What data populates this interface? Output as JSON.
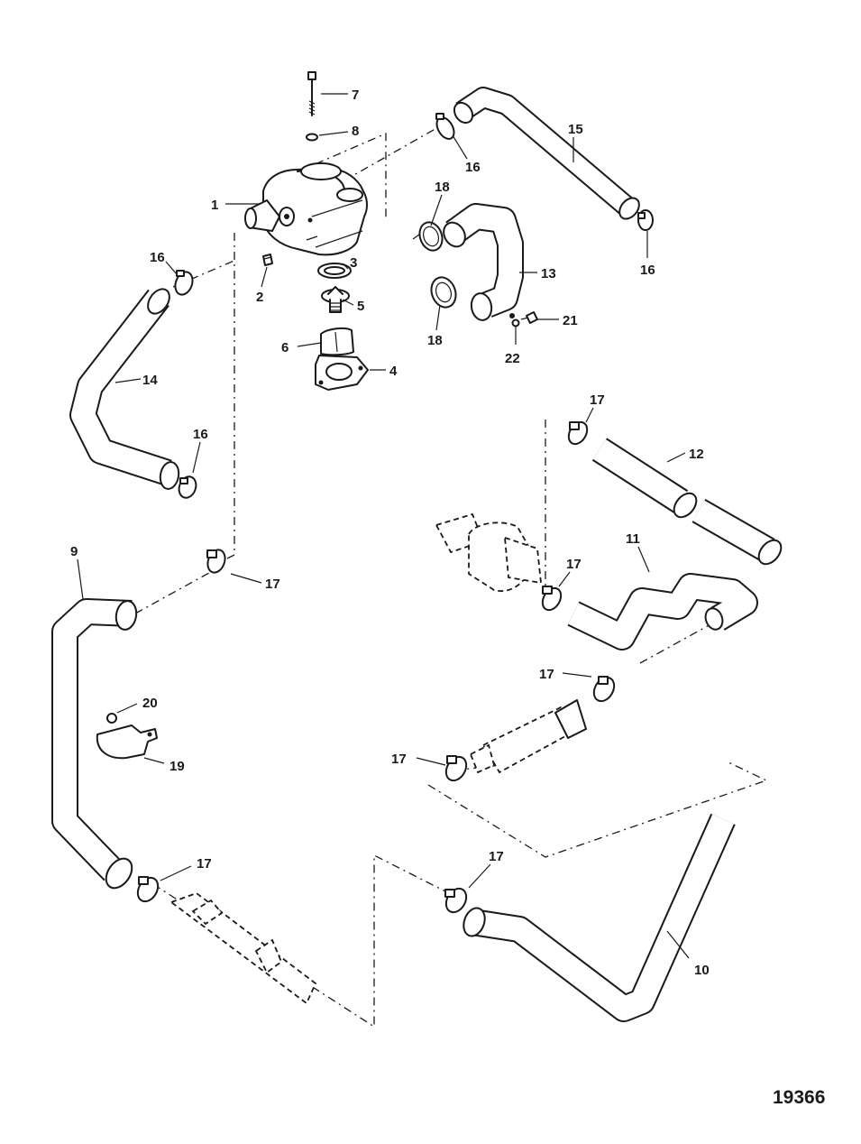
{
  "figure_number": "19366",
  "callouts": {
    "c1": "1",
    "c2": "2",
    "c3": "3",
    "c4": "4",
    "c5": "5",
    "c6": "6",
    "c7": "7",
    "c8": "8",
    "c9": "9",
    "c10": "10",
    "c11": "11",
    "c12": "12",
    "c13": "13",
    "c14": "14",
    "c15": "15",
    "c16a": "16",
    "c16b": "16",
    "c16c": "16",
    "c16d": "16",
    "c17a": "17",
    "c17b": "17",
    "c17c": "17",
    "c17d": "17",
    "c17e": "17",
    "c17f": "17",
    "c17g": "17",
    "c18a": "18",
    "c18b": "18",
    "c19": "19",
    "c20": "20",
    "c21": "21",
    "c22": "22"
  }
}
